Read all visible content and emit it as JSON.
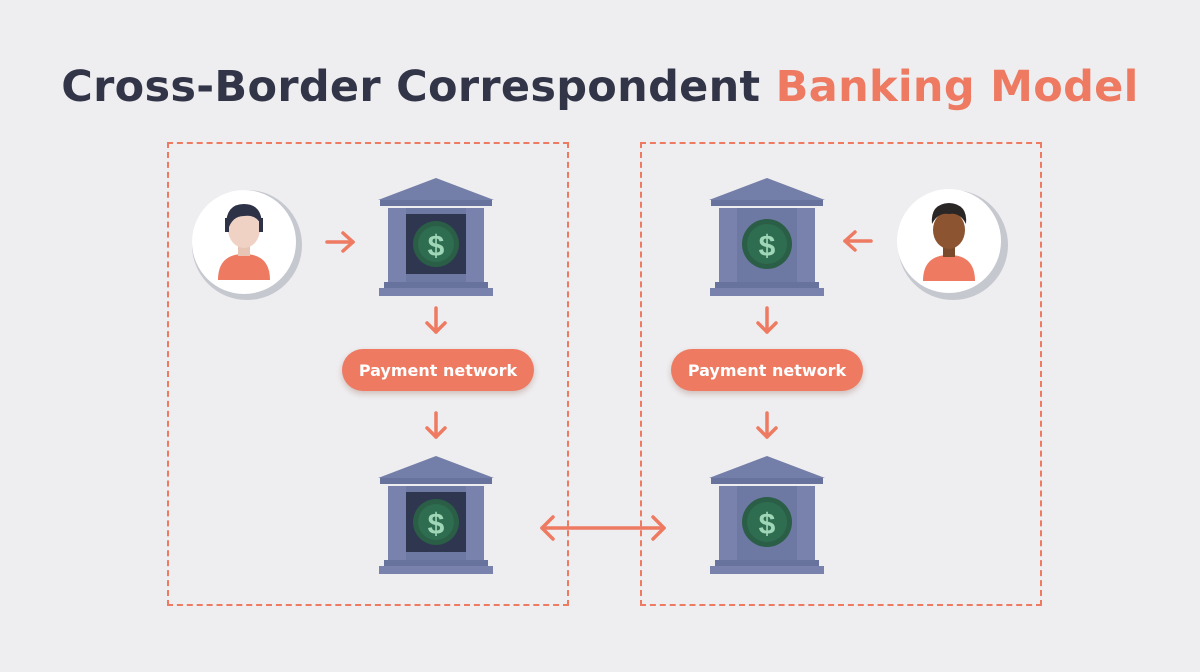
{
  "title": {
    "dark": "Cross-Border Correspondent",
    "accent": "Banking Model"
  },
  "left_region": {
    "network_label": "Payment network"
  },
  "right_region": {
    "network_label": "Payment network"
  },
  "bank_symbol": "$",
  "colors": {
    "background": "#eeedef",
    "accent": "#ee7a62",
    "title_dark": "#323448",
    "bank_blue": "#7882ad",
    "vault_green": "#2f6d50"
  },
  "icons": [
    "person-icon",
    "bank-icon",
    "dollar-icon",
    "arrow-right-icon",
    "arrow-left-icon",
    "arrow-down-icon",
    "double-arrow-icon"
  ]
}
